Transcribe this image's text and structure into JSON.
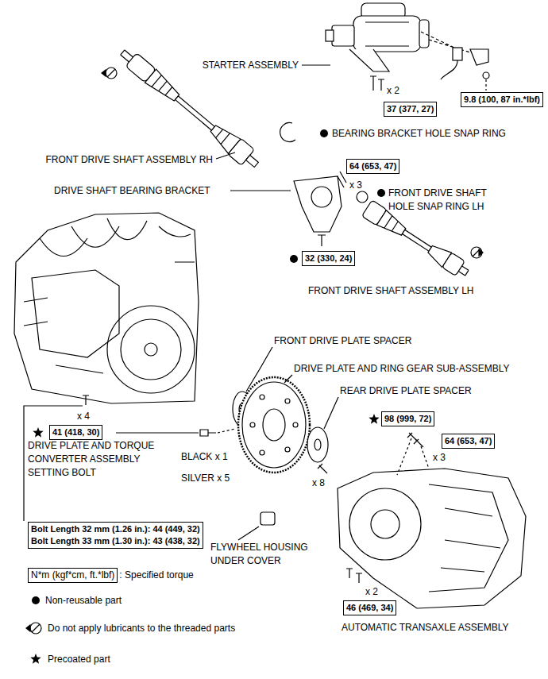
{
  "diagram": {
    "nodes": [
      {
        "text": [
          "9.8 (100, 87 in.*lbf)"
        ]
      },
      {
        "text": [
          "37 (377, 27)"
        ]
      },
      {
        "text": [
          "64 (653, 47)"
        ]
      },
      {
        "text": [
          "32 (330, 24)"
        ]
      },
      {
        "text": [
          "41 (418, 30)"
        ]
      },
      {
        "text": [
          "98 (999, 72)"
        ]
      },
      {
        "text": [
          "64 (653, 47)"
        ]
      },
      {
        "text": [
          "46 (469, 34)"
        ]
      },
      {
        "text": [
          "Bolt Length 32 mm (1.26 in.): 44 (449, 32)",
          "Bolt Length 33 mm (1.30 in.): 43 (438, 32)"
        ]
      },
      {
        "text": [
          "N*m (kgf*cm, ft.*lbf)"
        ]
      }
    ],
    "labels": [
      "STARTER ASSEMBLY",
      "x 2",
      "FRONT DRIVE SHAFT ASSEMBLY RH",
      "BEARING BRACKET HOLE SNAP RING",
      "x 3",
      "DRIVE SHAFT BEARING BRACKET",
      "FRONT DRIVE SHAFT HOLE SNAP RING LH",
      "FRONT DRIVE SHAFT ASSEMBLY LH",
      "FRONT DRIVE PLATE SPACER",
      "DRIVE PLATE AND RING GEAR SUB-ASSEMBLY",
      "REAR DRIVE PLATE SPACER",
      "x 4",
      "DRIVE PLATE AND TORQUE CONVERTER ASSEMBLY SETTING BOLT",
      "BLACK x 1",
      "SILVER x 5",
      "x 8",
      "x 3",
      "FLYWHEEL HOUSING UNDER COVER",
      "x 2",
      "AUTOMATIC TRANSAXLE ASSEMBLY",
      ": Specified torque"
    ],
    "legend": [
      {
        "text": "Non-reusable part"
      },
      {
        "text": "Do not apply lubricants to the threaded parts"
      },
      {
        "text": "Precoated part"
      }
    ]
  }
}
